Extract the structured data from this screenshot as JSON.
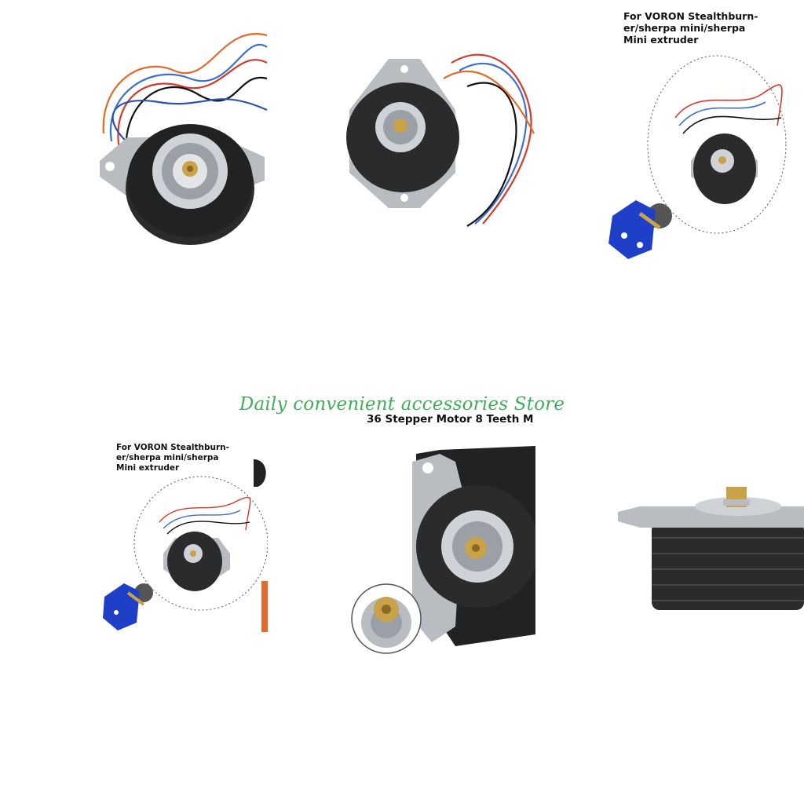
{
  "store": {
    "watermark": "Daily convenient accessories Store"
  },
  "tiles": {
    "top_right": {
      "caption_lines": [
        "For VORON Stealthburn-",
        "er/sherpa mini/sherpa",
        "Mini extruder"
      ]
    },
    "bottom_left": {
      "caption_lines": [
        "For VORON Stealthburn-",
        "er/sherpa mini/sherpa",
        "Mini extruder"
      ]
    },
    "bottom_middle": {
      "headline": "36 Stepper Motor 8 Teeth M"
    }
  },
  "icons": [
    "stepper-motor-image",
    "wire-bundle-image",
    "gear-icon",
    "extruder-image"
  ],
  "colors": {
    "watermark": "#2ea84a",
    "motor_body": "#2b2b2b",
    "flange": "#b9bcc0",
    "gear": "#c9a24a",
    "extruder": "#1f3fc8"
  }
}
